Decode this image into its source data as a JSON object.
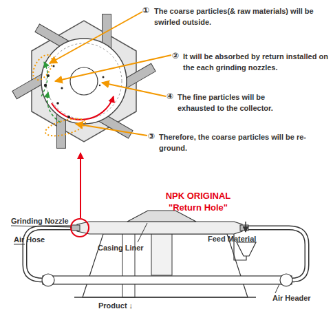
{
  "diagram": {
    "labels": [
      "①",
      "The coarse particles(& raw materials) will be swirled outside.",
      "②",
      "It will be absorbed by return installed on the each grinding nozzles.",
      "④",
      "The fine particles will be exhausted to the collector.",
      "③",
      "Therefore, the coarse particles will be re-ground.",
      "NPK ORIGINAL \"Return Hole\"",
      "Grinding Nozzle",
      "Air Hose",
      "Feed Material",
      "Casing Liner",
      "Air Header",
      "Product ↓"
    ]
  }
}
